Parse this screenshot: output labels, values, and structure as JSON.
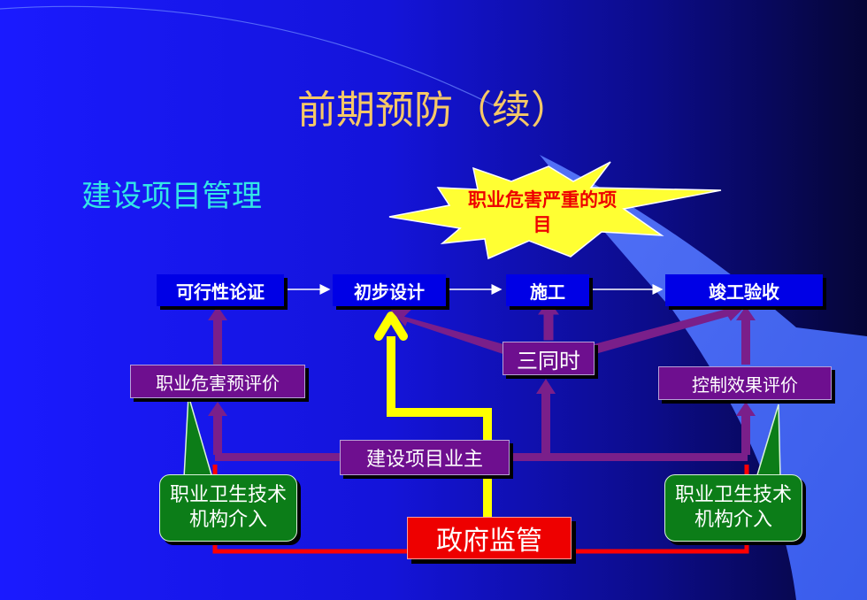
{
  "slide": {
    "title": "前期预防（续）",
    "subtitle": "建设项目管理"
  },
  "starburst": {
    "label": "职业危害严重的项目"
  },
  "stages": [
    {
      "id": "feasibility",
      "label": "可行性论证"
    },
    {
      "id": "preliminary_design",
      "label": "初步设计"
    },
    {
      "id": "construction",
      "label": "施工"
    },
    {
      "id": "acceptance",
      "label": "竣工验收"
    }
  ],
  "nodes": {
    "three_simultaneous": "三同时",
    "pre_evaluation": "职业危害预评价",
    "control_evaluation": "控制效果评价",
    "owner": "建设项目业主",
    "tech_agency_left": "职业卫生技术机构介入",
    "tech_agency_right": "职业卫生技术机构介入",
    "government": "政府监管"
  },
  "colors": {
    "title": "#f6c867",
    "subtitle": "#33e6e6",
    "stage_box": "#0000e6",
    "purple_box": "#6e0f8f",
    "green_box": "#0c7d18",
    "government_box": "#ee0000",
    "yellow_arrow": "#ffff00",
    "purple_arrow": "#7a1f8a",
    "red_line": "#ff0000"
  }
}
